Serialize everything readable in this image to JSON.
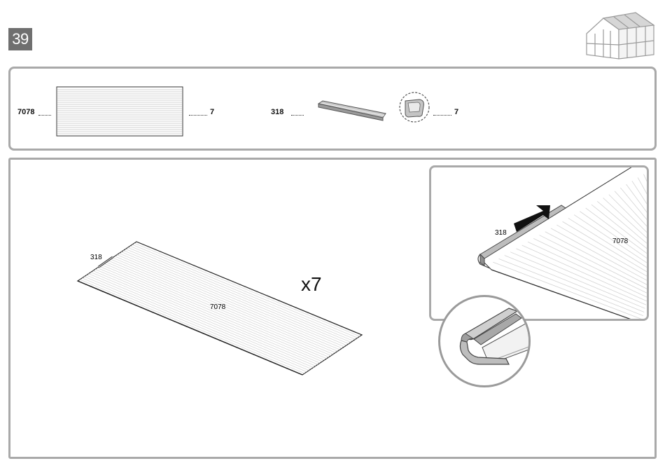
{
  "step": {
    "number": "39"
  },
  "parts": [
    {
      "id": "7078",
      "qty": "7"
    },
    {
      "id": "318",
      "qty": "7"
    }
  ],
  "main": {
    "panel_label": "7078",
    "profile_label": "318",
    "multiplier": "x7"
  },
  "detail": {
    "profile_label": "318",
    "panel_label": "7078"
  },
  "icons": {
    "header": "greenhouse-icon",
    "arrow": "insert-arrow-icon",
    "zoom": "magnifier-detail-circle"
  }
}
